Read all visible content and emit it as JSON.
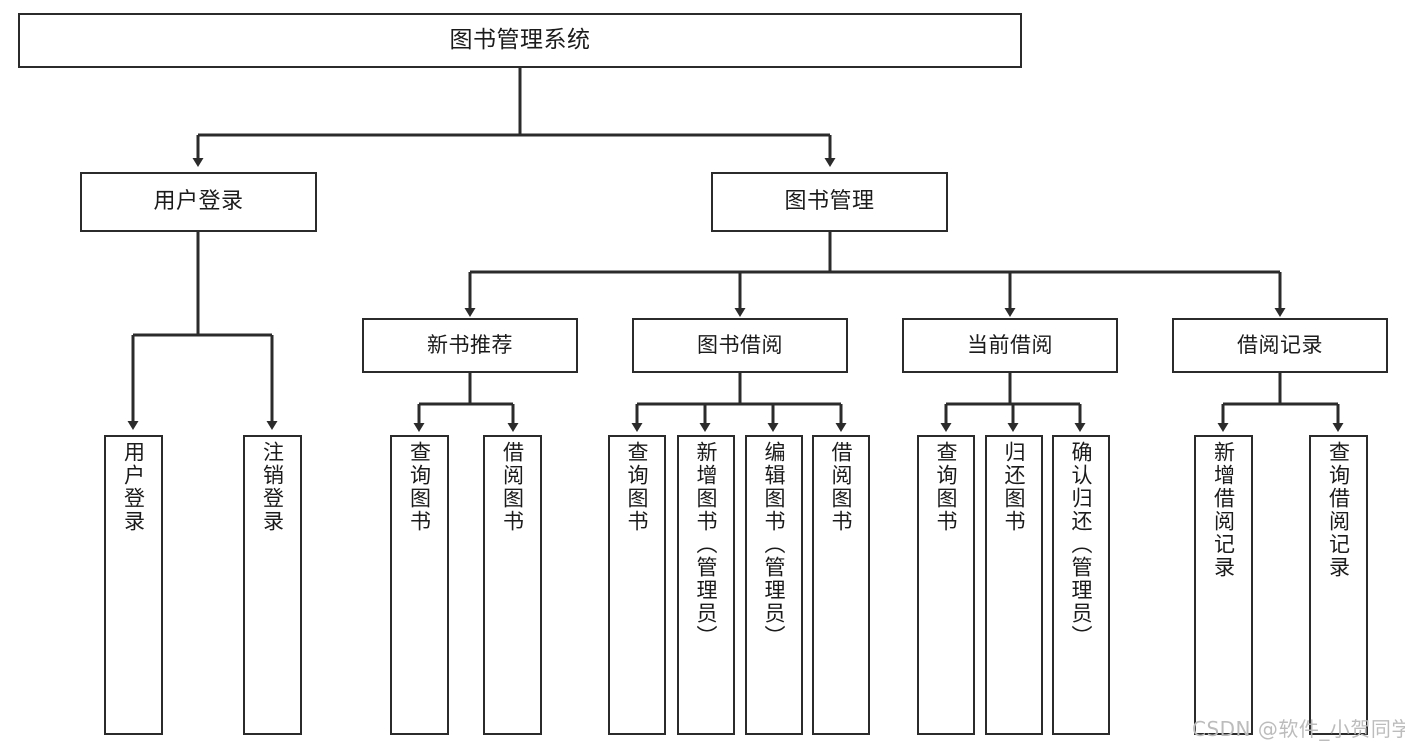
{
  "diagram": {
    "title": "图书管理系统",
    "type": "tree-hierarchy",
    "root": {
      "id": "root",
      "label": "图书管理系统"
    },
    "level1": [
      {
        "id": "user-login",
        "label": "用户登录"
      },
      {
        "id": "book-manage",
        "label": "图书管理"
      }
    ],
    "level2": [
      {
        "id": "new-book-recommend",
        "label": "新书推荐",
        "parent": "book-manage"
      },
      {
        "id": "book-borrow",
        "label": "图书借阅",
        "parent": "book-manage"
      },
      {
        "id": "current-borrow",
        "label": "当前借阅",
        "parent": "book-manage"
      },
      {
        "id": "borrow-record",
        "label": "借阅记录",
        "parent": "book-manage"
      }
    ],
    "leaves": [
      {
        "id": "leaf-user-login",
        "label": "用户登录",
        "parent": "user-login"
      },
      {
        "id": "leaf-logout-login",
        "label": "注销登录",
        "parent": "user-login"
      },
      {
        "id": "leaf-query-book-1",
        "label": "查询图书",
        "parent": "new-book-recommend"
      },
      {
        "id": "leaf-borrow-book-1",
        "label": "借阅图书",
        "parent": "new-book-recommend"
      },
      {
        "id": "leaf-query-book-2",
        "label": "查询图书",
        "parent": "book-borrow"
      },
      {
        "id": "leaf-add-book",
        "label": "新增图书（管理员）",
        "parent": "book-borrow"
      },
      {
        "id": "leaf-edit-book",
        "label": "编辑图书（管理员）",
        "parent": "book-borrow"
      },
      {
        "id": "leaf-borrow-book-2",
        "label": "借阅图书",
        "parent": "book-borrow"
      },
      {
        "id": "leaf-query-book-3",
        "label": "查询图书",
        "parent": "current-borrow"
      },
      {
        "id": "leaf-return-book",
        "label": "归还图书",
        "parent": "current-borrow"
      },
      {
        "id": "leaf-confirm-return",
        "label": "确认归还（管理员）",
        "parent": "current-borrow"
      },
      {
        "id": "leaf-add-record",
        "label": "新增借阅记录",
        "parent": "borrow-record"
      },
      {
        "id": "leaf-query-record",
        "label": "查询借阅记录",
        "parent": "borrow-record"
      }
    ]
  },
  "watermark": {
    "text": "CSDN @软件_小贺同学"
  },
  "colors": {
    "stroke": "#2b2b2b",
    "box_fill": "#ffffff",
    "text": "#1b1b1b",
    "watermark": "#bcbcbc",
    "background": "#ffffff"
  }
}
